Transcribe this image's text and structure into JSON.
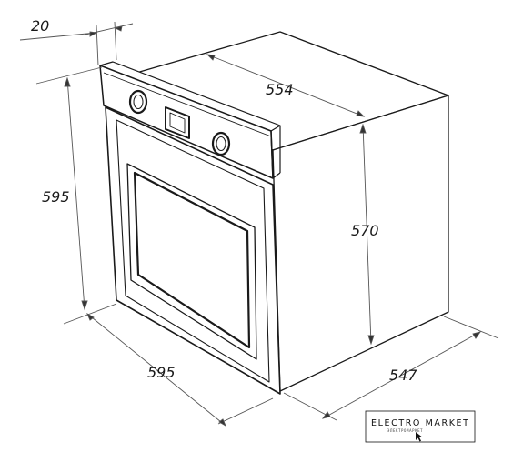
{
  "dimensions": {
    "top_depth": "20",
    "body_depth": "554",
    "front_height": "595",
    "body_height": "570",
    "front_width": "595",
    "side_depth": "547"
  },
  "logo": {
    "main": "ELECTRO MARKET",
    "sub": "ЭЛЕКТРОМАРКЕТ"
  },
  "colors": {
    "line": "#1a1a1a",
    "dimension_line": "#555555",
    "background": "#ffffff"
  }
}
